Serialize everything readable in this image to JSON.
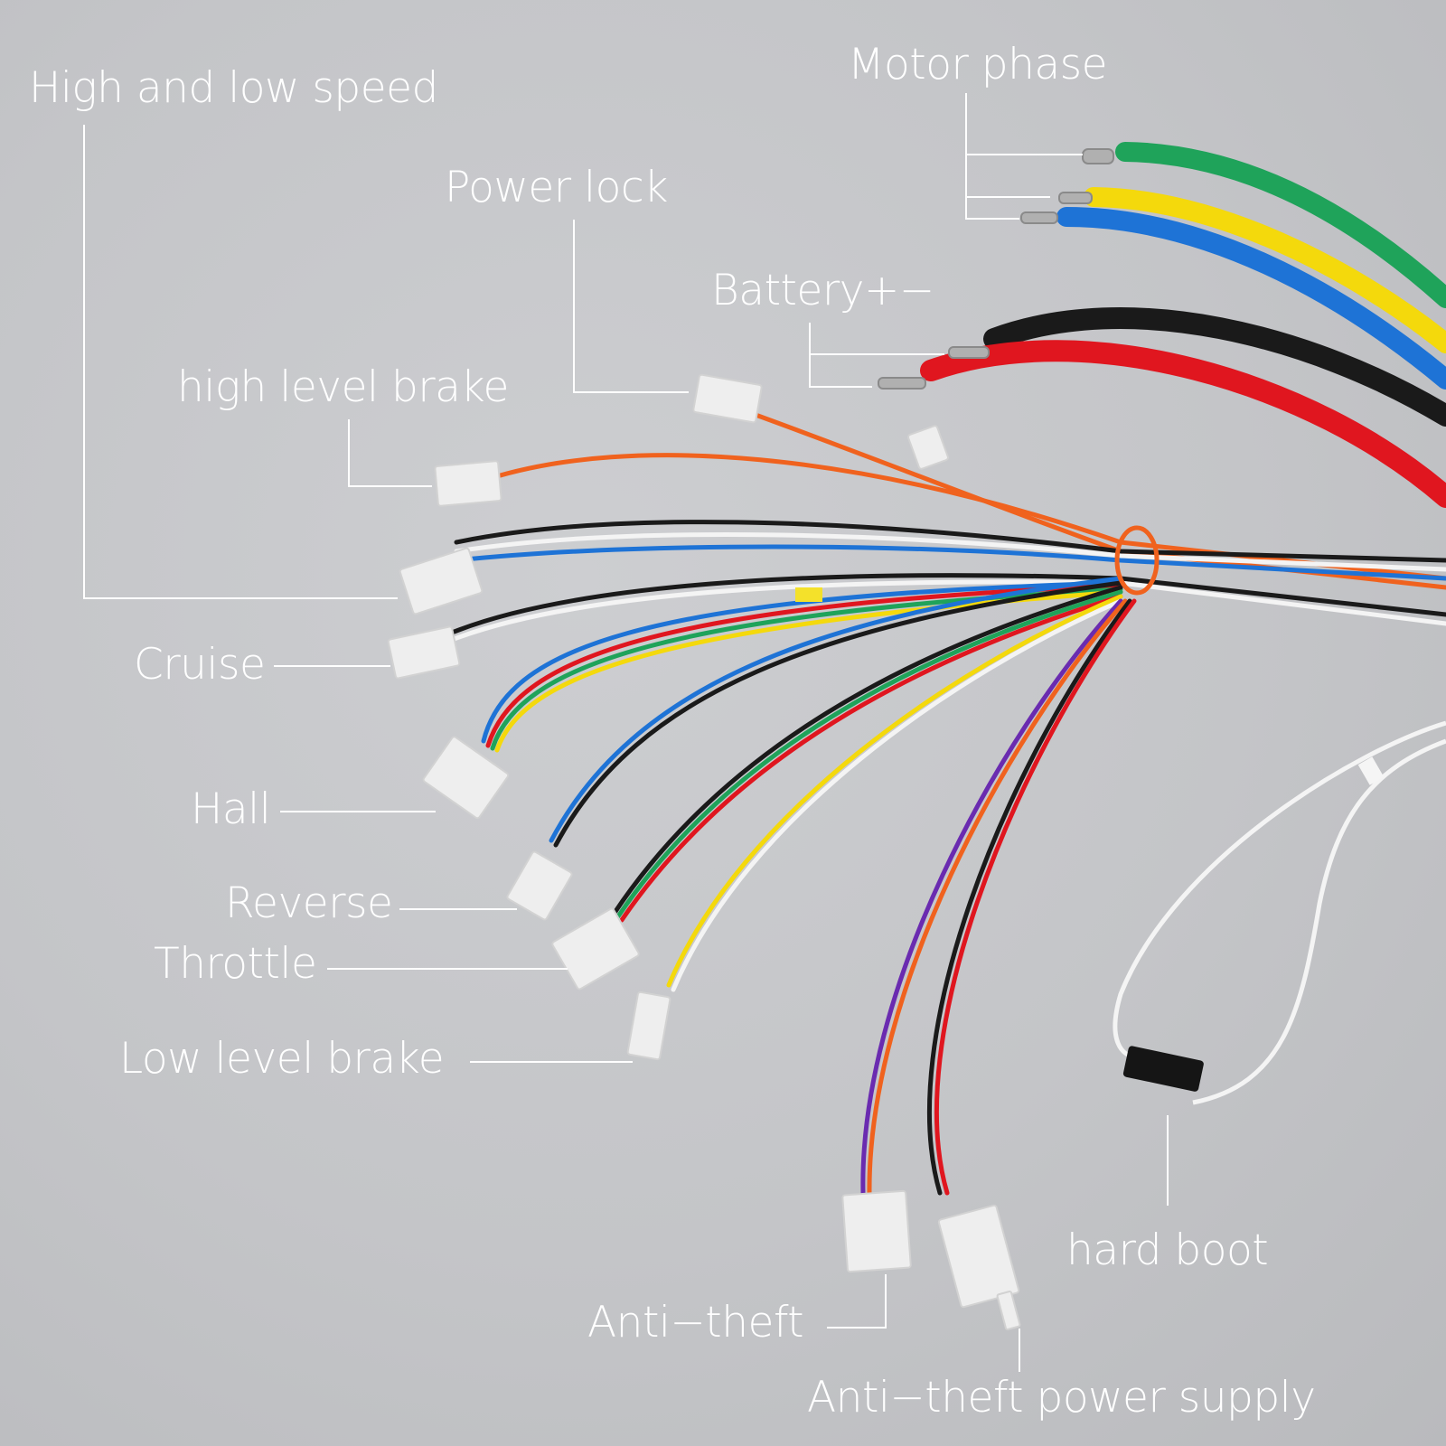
{
  "labels": {
    "high_low_speed": "High and low speed",
    "power_lock": "Power lock",
    "motor_phase": "Motor phase",
    "battery": "Battery+−",
    "high_level_brake": "high level brake",
    "cruise": "Cruise",
    "hall": "Hall",
    "reverse": "Reverse",
    "throttle": "Throttle",
    "low_level_brake": "Low level brake",
    "hard_boot": "hard boot",
    "anti_theft": "Anti−theft",
    "anti_theft_power": "Anti−theft power supply"
  },
  "colors": {
    "background": "#c6c7ca",
    "leader": "#ffffff",
    "green": "#1fa35a",
    "yellow": "#f4d90c",
    "blue": "#1e73d6",
    "black": "#1a1a1a",
    "red": "#e0161f",
    "orange": "#f0621e",
    "white_wire": "#f4f4f4",
    "purple": "#6a2bb0",
    "connector": "#eeeeee",
    "hard_boot_connector": "#151515"
  }
}
